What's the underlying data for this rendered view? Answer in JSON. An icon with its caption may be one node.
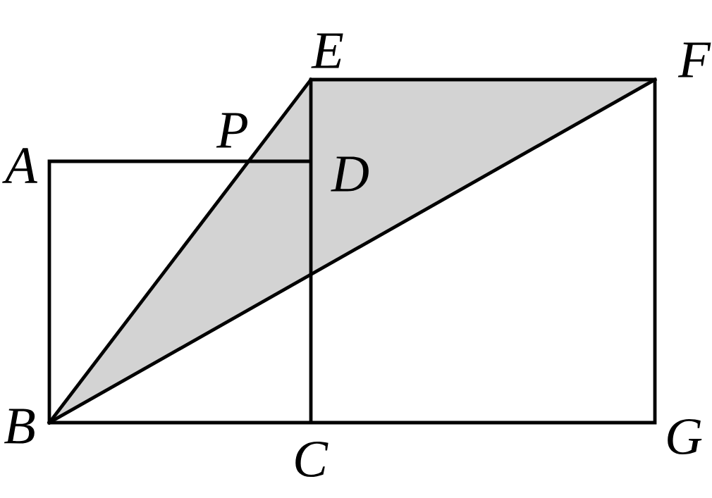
{
  "diagram": {
    "labels": [
      "E",
      "F",
      "P",
      "A",
      "D",
      "B",
      "C",
      "G"
    ]
  }
}
